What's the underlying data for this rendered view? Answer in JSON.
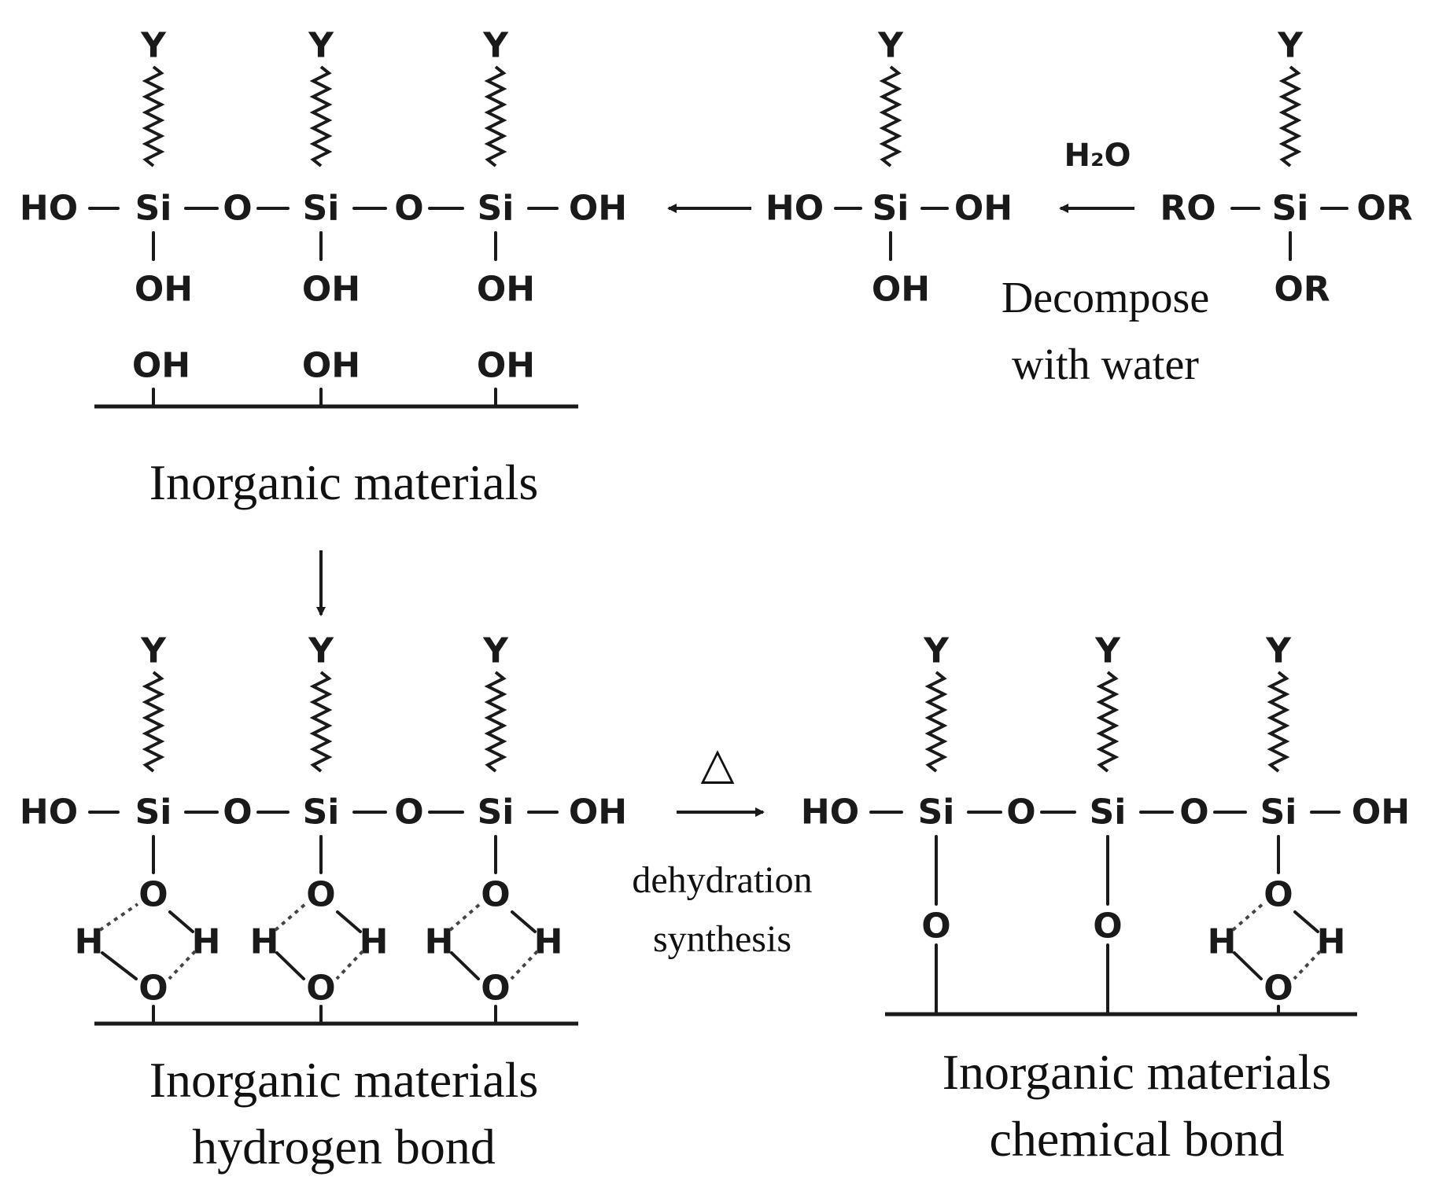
{
  "atoms": {
    "y": "Y",
    "si": "Si",
    "o": "O",
    "h": "H",
    "ho": "HO",
    "oh": "OH",
    "ro": "RO",
    "or": "OR",
    "water": "H₂O"
  },
  "labels": {
    "top_left_caption": "Inorganic materials",
    "decompose": [
      "Decompose",
      "with water"
    ],
    "delta": "△",
    "dehydration": [
      "dehydration",
      "synthesis"
    ],
    "bottom_left_caption": [
      "Inorganic materials",
      "hydrogen bond"
    ],
    "bottom_right_caption": [
      "Inorganic materials",
      "chemical bond"
    ]
  }
}
